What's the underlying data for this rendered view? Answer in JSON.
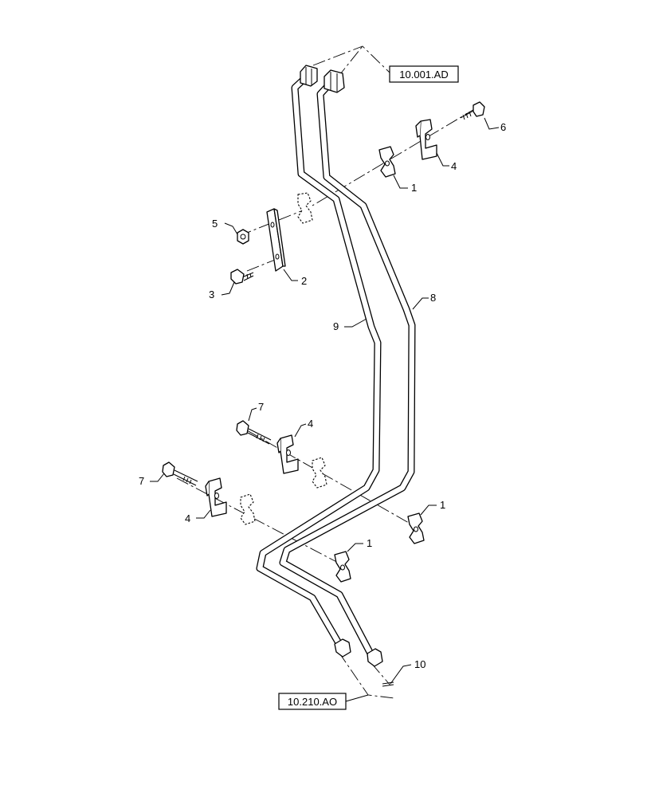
{
  "references": {
    "top": "10.001.AD",
    "bottom": "10.210.AO"
  },
  "callouts": {
    "c1a": "1",
    "c1b": "1",
    "c1c": "1",
    "c2": "2",
    "c3": "3",
    "c4a": "4",
    "c4b": "4",
    "c4c": "4",
    "c5": "5",
    "c6": "6",
    "c7a": "7",
    "c7b": "7",
    "c8": "8",
    "c9": "9",
    "c10": "10"
  },
  "colors": {
    "line": "#000000",
    "shade": "#d9d9d9",
    "background": "#ffffff"
  }
}
